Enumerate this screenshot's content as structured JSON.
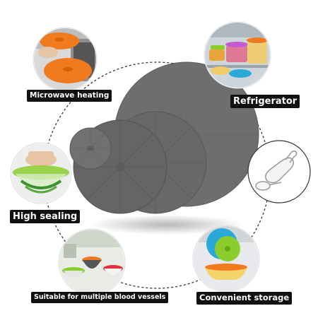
{
  "labels": {
    "microwave": "Microwave heating",
    "refrigerator": "Refrigerator",
    "sealing": "High sealing",
    "vessels": "Suitable for multiple blood vessels",
    "storage": "Convenient storage"
  },
  "colors": {
    "lid": "#6b6b6b",
    "lid_dark": "#5a5a5a",
    "dashed_circle": "#333333",
    "label_bg": "#111111",
    "label_text": "#ffffff",
    "accent_orange": "#f07a1e",
    "accent_green": "#8ccd2e",
    "accent_blue": "#2aa8d8"
  },
  "icons": {
    "microwave": "microwave-photo",
    "refrigerator": "refrigerator-photo",
    "nipple": "baby-bottle-nipple-icon",
    "sealing": "sealed-bowl-photo",
    "vessels": "multiple-bowls-photo",
    "storage": "stacked-containers-photo"
  }
}
